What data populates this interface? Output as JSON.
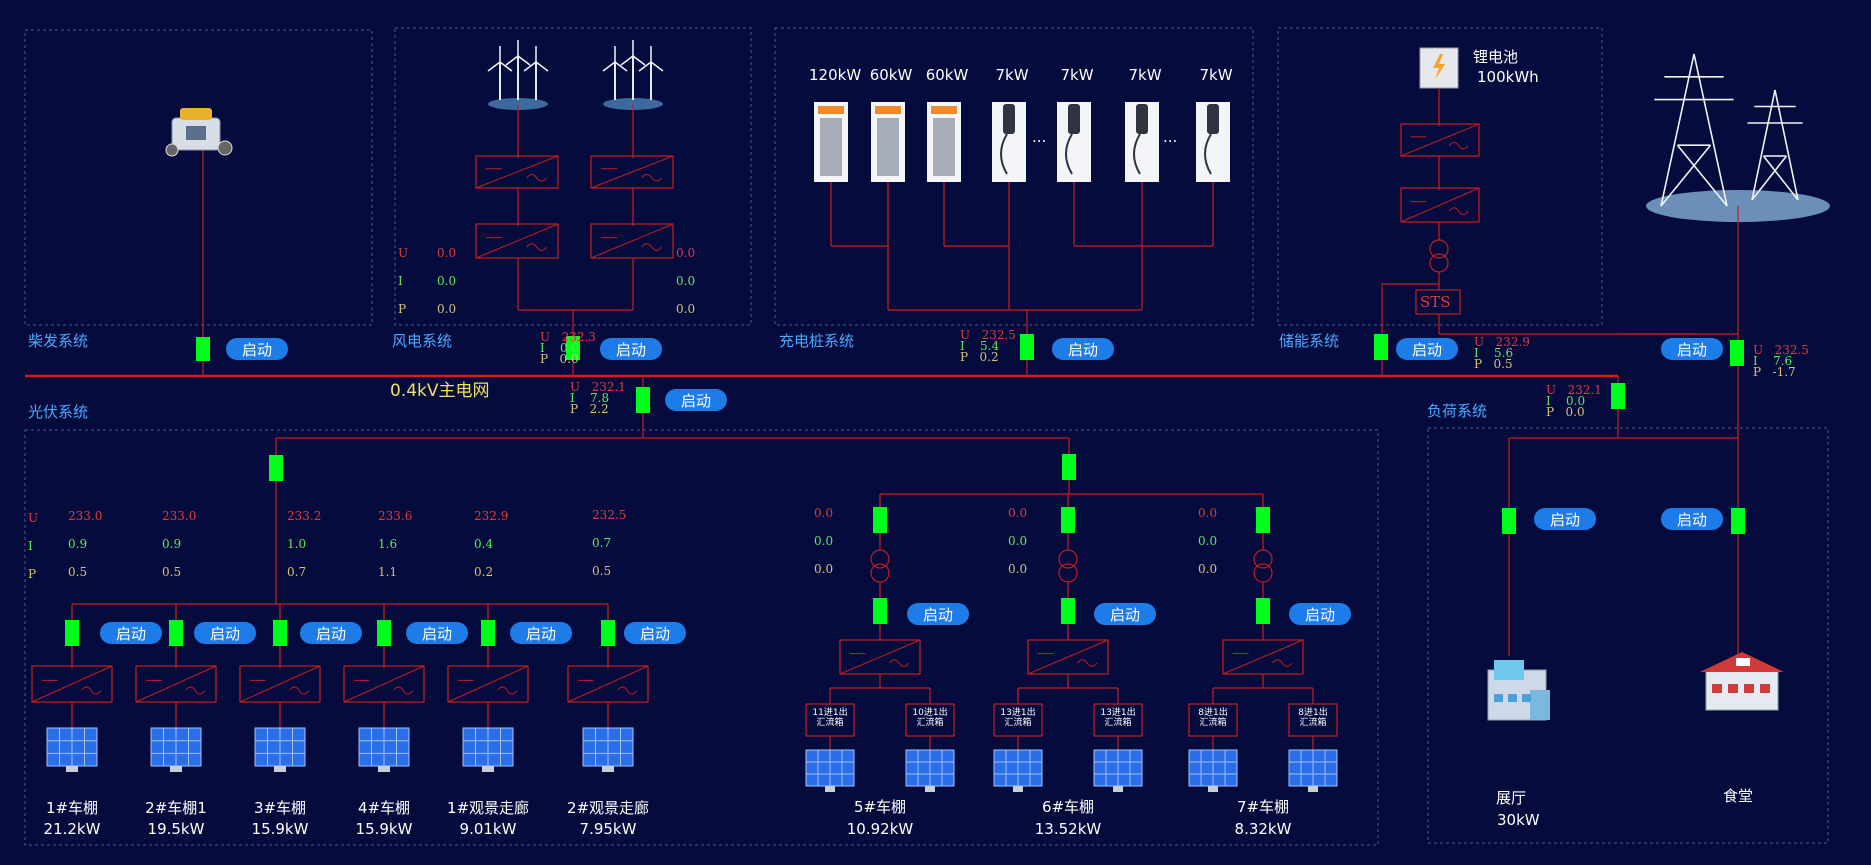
{
  "colors": {
    "background": "#050b3d",
    "line": "#c41e1e",
    "bus": "#e01818",
    "breaker": "#00ff1a",
    "button": "#1e7ce8",
    "system_label": "#4aa8ff",
    "dashed": "#4a5a8a"
  },
  "bus_label": "0.4kV主电网",
  "start_label": "启动",
  "systems": {
    "diesel": "柴发系统",
    "wind": "风电系统",
    "charging": "充电桩系统",
    "storage": "储能系统",
    "pv": "光伏系统",
    "load": "负荷系统"
  },
  "meter_keys": {
    "u": "U",
    "i": "I",
    "p": "P"
  },
  "wind": {
    "meters": [
      {
        "u": "0.0",
        "i": "0.0",
        "p": "0.0"
      },
      {
        "u": "0.0",
        "i": "0.0",
        "p": "0.0"
      }
    ],
    "feeder": {
      "u": "232.3",
      "i": "0.0",
      "p": "0.0"
    }
  },
  "charging": {
    "ratings": [
      "120kW",
      "60kW",
      "60kW",
      "7kW",
      "7kW",
      "7kW",
      "7kW"
    ],
    "ellipsis": "...",
    "feeder": {
      "u": "232.5",
      "i": "5.4",
      "p": "0.2"
    }
  },
  "storage": {
    "battery_name": "锂电池",
    "battery_capacity": "100kWh",
    "sts": "STS",
    "feeder": {
      "u": "232.9",
      "i": "5.6",
      "p": "0.5"
    }
  },
  "grid": {
    "feeder": {
      "u": "232.5",
      "i": "7.6",
      "p": "-1.7"
    }
  },
  "pv": {
    "feeder": {
      "u": "232.1",
      "i": "7.8",
      "p": "2.2"
    },
    "sheds": [
      {
        "name": "1#车棚",
        "kw": "21.2kW",
        "u": "233.0",
        "i": "0.9",
        "p": "0.5"
      },
      {
        "name": "2#车棚1",
        "kw": "19.5kW",
        "u": "233.0",
        "i": "0.9",
        "p": "0.5"
      },
      {
        "name": "3#车棚",
        "kw": "15.9kW",
        "u": "233.2",
        "i": "1.0",
        "p": "0.7"
      },
      {
        "name": "4#车棚",
        "kw": "15.9kW",
        "u": "233.6",
        "i": "1.6",
        "p": "1.1"
      },
      {
        "name": "1#观景走廊",
        "kw": "9.01kW",
        "u": "232.9",
        "i": "0.4",
        "p": "0.2"
      },
      {
        "name": "2#观景走廊",
        "kw": "7.95kW",
        "u": "232.5",
        "i": "0.7",
        "p": "0.5"
      }
    ],
    "groups": [
      {
        "name": "5#车棚",
        "kw": "10.92kW",
        "u": "0.0",
        "i": "0.0",
        "p": "0.0",
        "boxes": [
          "11进1出\n汇流箱",
          "10进1出\n汇流箱"
        ]
      },
      {
        "name": "6#车棚",
        "kw": "13.52kW",
        "u": "0.0",
        "i": "0.0",
        "p": "0.0",
        "boxes": [
          "13进1出\n汇流箱",
          "13进1出\n汇流箱"
        ]
      },
      {
        "name": "7#车棚",
        "kw": "8.32kW",
        "u": "0.0",
        "i": "0.0",
        "p": "0.0",
        "boxes": [
          "8进1出\n汇流箱",
          "8进1出\n汇流箱"
        ]
      }
    ]
  },
  "load": {
    "feeder": {
      "u": "232.1",
      "i": "0.0",
      "p": "0.0"
    },
    "hall_name": "展厅",
    "hall_kw": "30kW",
    "canteen_name": "食堂"
  }
}
